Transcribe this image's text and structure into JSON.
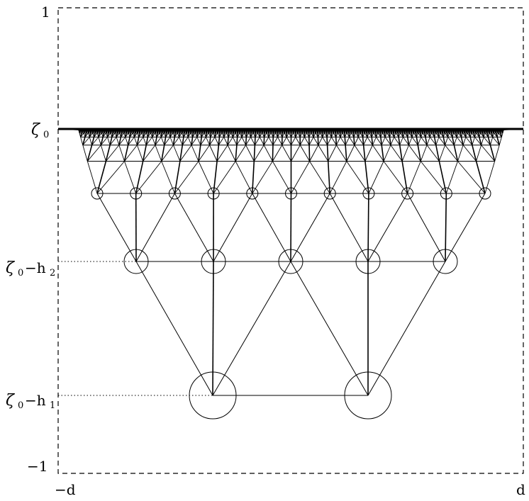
{
  "labels": {
    "y_top": "1",
    "y_bottom": "−1",
    "x_left": "−d",
    "x_right": "d",
    "zeta": "ζ",
    "zeta_sub": "0",
    "minus_h": "−h",
    "h2_sub": "2",
    "h1_sub": "1"
  },
  "colors": {
    "line": "#000000",
    "dashed": "#000000",
    "background": "#ffffff"
  }
}
